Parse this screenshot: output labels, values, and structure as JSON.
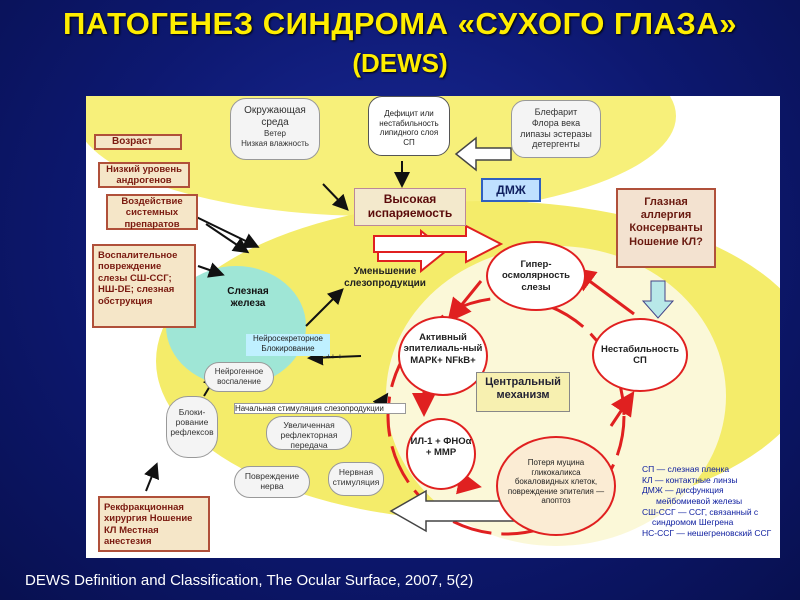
{
  "title": {
    "line1": "ПАТОГЕНЕЗ СИНДРОМА «СУХОГО ГЛАЗА»",
    "line2": "(DEWS)"
  },
  "footer": "DEWS Definition and Classification, The Ocular Surface, 2007, 5(2)",
  "colors": {
    "title": "#ffee00",
    "background": "#0d1870",
    "box_border": "#b0503a",
    "arrow_red": "#e02020",
    "yellow_zone": "#f8f080",
    "gland": "#a0e8d8"
  },
  "diagram": {
    "env": {
      "title": "Окружающая среда",
      "sub1": "Ветер",
      "sub2": "Низкая влажность"
    },
    "lipid": "Дефицит или нестабильность липидного слоя СП",
    "blepharitis": {
      "l1": "Блефарит",
      "l2": "Флора века",
      "l3": "липазы эстеразы",
      "l4": "детергенты"
    },
    "evaporation": "Высокая испаряемость",
    "mgd": "ДМЖ",
    "allergy": {
      "l1": "Глазная",
      "l2": "аллергия",
      "l3": "Консерванты",
      "l4": "Ношение КЛ?"
    },
    "age": "Возраст",
    "androgen": "Низкий уровень андрогенов",
    "systemic": "Воздействие системных препаратов",
    "inflammation": "Воспалительное повреждение слезы СШ-ССГ; НШ-DE; слезная обструкция",
    "reduced_tears": "Уменьшение слезопродукции",
    "lacrimal": "Слезная железа",
    "neurosecretory": "Нейросекреторное Блокирование",
    "neurogenic": "Нейрогенное воспаление",
    "reflex_block": "Блоки-рование рефлексов",
    "initial_stim": "Начальная стимуляция слезопродукции",
    "increased_reflex": "Увеличенная рефлекторная передача",
    "nerve_damage": "Повреждение нерва",
    "nerve_stim": "Нервная стимуляция",
    "refractive": "Рекфракционная хирургия Ношение КЛ Местная анестезия",
    "hyperosmolarity": "Гипер-осмолярность слезы",
    "mapk": "Активный эпителиаль-ный МАРК+ NFkB+",
    "central": "Центральный механизм",
    "instability": "Нестабильность СП",
    "il1": "ИЛ-1 + ФНОα + ММР",
    "mucin_loss": "Потеря муцина гликокаликса бокаловидных клеток, повреждение эпителия — апоптоз",
    "plus_signs": "++ +",
    "legend": [
      "СП — слезная пленка",
      "КЛ — контактные линзы",
      "ДМЖ — дисфункция",
      "мейбомиевой железы",
      "СШ-ССГ — ССГ, связанный с",
      "синдромом Шегрена",
      "НС-ССГ — нешегреновский ССГ"
    ]
  }
}
